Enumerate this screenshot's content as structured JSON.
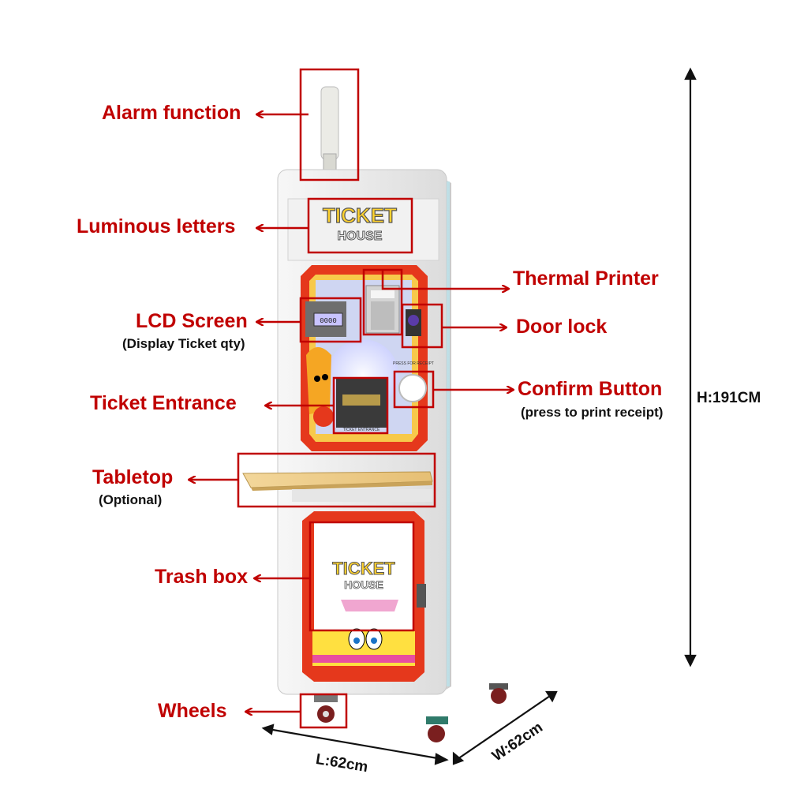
{
  "colors": {
    "callout": "#c00000",
    "cabinet": "#eeeeee",
    "frame": "#e03a1e"
  },
  "machine": {
    "logo_line1": "TICKET",
    "logo_line2": "HOUSE",
    "lcd_text": "0000",
    "press_text": "PRESS FOR RECEIPT",
    "entrance_text": "TICKET ENTRANCE"
  },
  "callouts": {
    "alarm": "Alarm function",
    "luminous": "Luminous letters",
    "lcd": "LCD Screen",
    "lcd_sub": "(Display Ticket qty)",
    "entrance": "Ticket Entrance",
    "tabletop": "Tabletop",
    "tabletop_sub": "(Optional)",
    "trash": "Trash box",
    "wheels": "Wheels",
    "printer": "Thermal Printer",
    "doorlock": "Door lock",
    "confirm": "Confirm Button",
    "confirm_sub": "(press to print receipt)"
  },
  "dimensions": {
    "height": "H:191CM",
    "length": "L:62cm",
    "width": "W:62cm"
  }
}
